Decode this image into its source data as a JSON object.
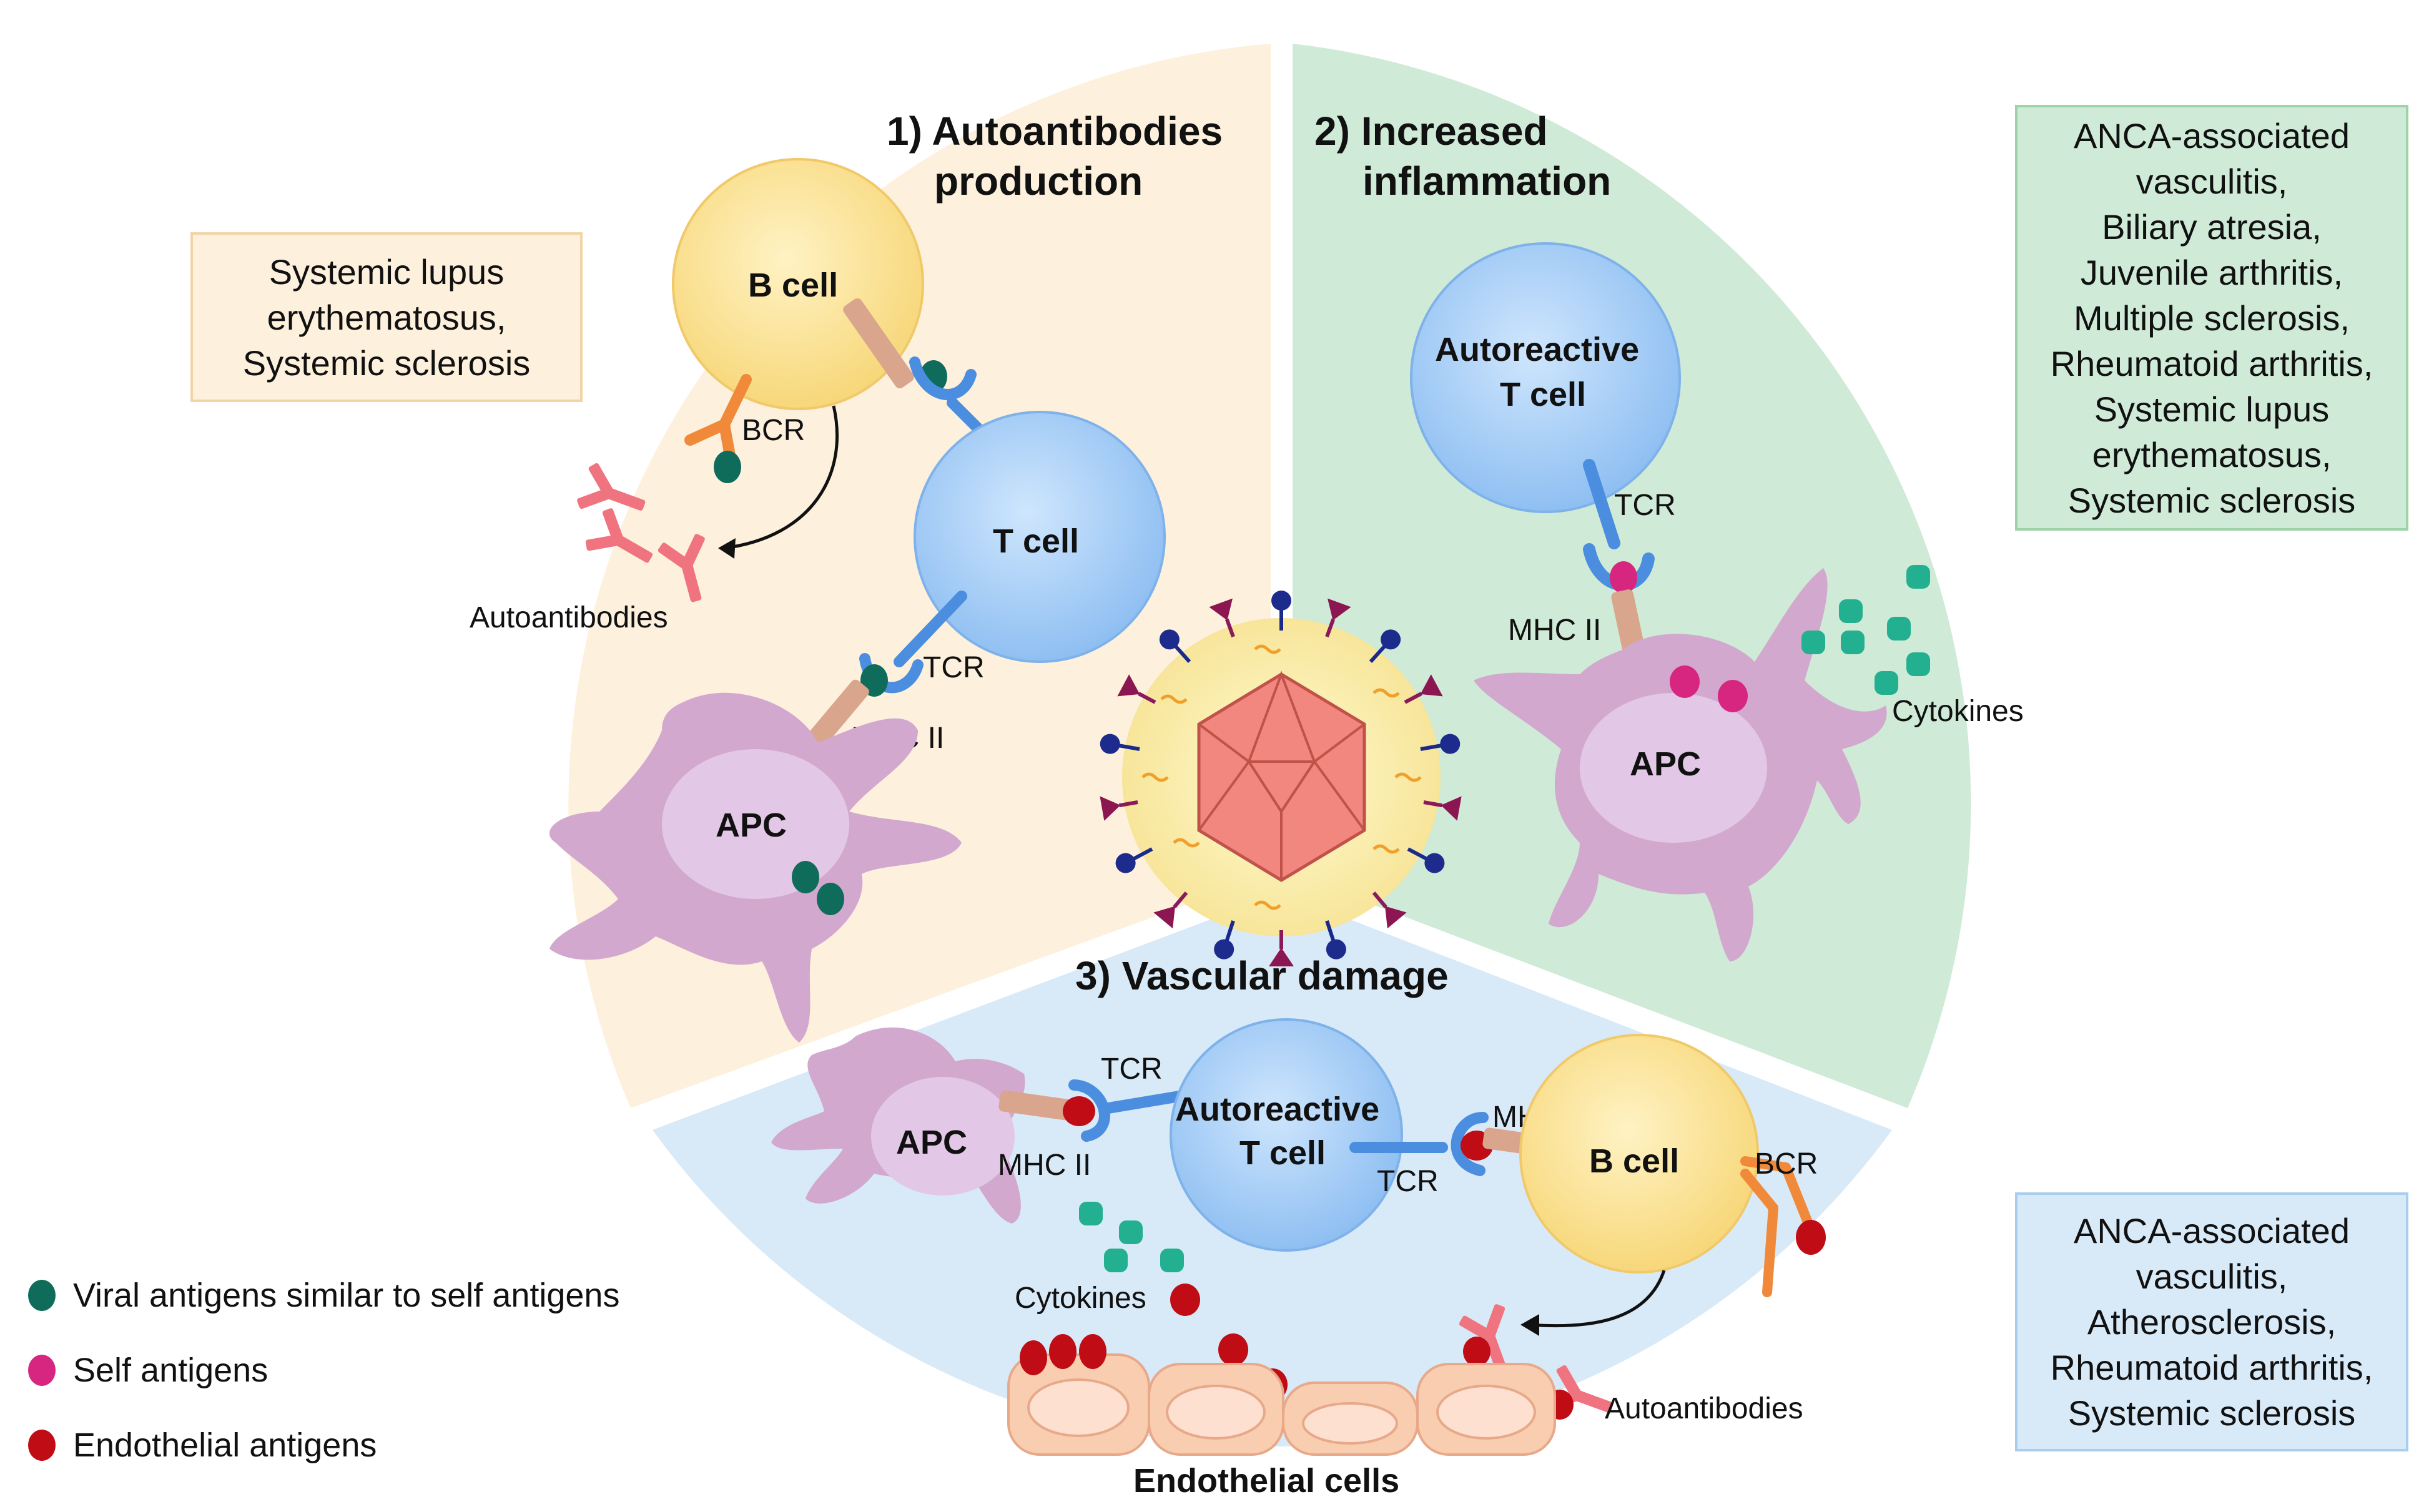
{
  "sections": {
    "autoantibodies": {
      "title_line1": "1) Autoantibodies",
      "title_line2": "production",
      "b_cell": "B cell",
      "t_cell": "T cell",
      "apc": "APC",
      "bcr": "BCR",
      "tcr": "TCR",
      "mhc": "MHC II",
      "autoantibodies": "Autoantibodies",
      "diseases": [
        "Systemic lupus",
        "erythematosus,",
        "Systemic sclerosis"
      ]
    },
    "inflammation": {
      "title_line1": "2) Increased",
      "title_line2": "inflammation",
      "t_cell_line1": "Autoreactive",
      "t_cell_line2": "T cell",
      "tcr": "TCR",
      "mhc": "MHC II",
      "apc": "APC",
      "cytokines": "Cytokines",
      "diseases": [
        "ANCA-associated",
        "vasculitis,",
        "Biliary atresia,",
        "Juvenile arthritis,",
        "Multiple sclerosis,",
        "Rheumatoid arthritis,",
        "Systemic lupus",
        "erythematosus,",
        "Systemic sclerosis"
      ]
    },
    "vascular": {
      "title": "3) Vascular damage",
      "apc": "APC",
      "tcr_left": "TCR",
      "mhc_left": "MHC II",
      "t_cell_line1": "Autoreactive",
      "t_cell_line2": "T cell",
      "tcr_right": "TCR",
      "mhc_right": "MHC II",
      "b_cell": "B cell",
      "bcr": "BCR",
      "cytokines": "Cytokines",
      "autoantibodies": "Autoantibodies",
      "endothelial": "Endothelial cells",
      "diseases": [
        "ANCA-associated",
        "vasculitis,",
        "Atherosclerosis,",
        "Rheumatoid arthritis,",
        "Systemic sclerosis"
      ]
    }
  },
  "legend": [
    {
      "label": "Viral antigens similar to self antigens",
      "color": "#0f6b5a"
    },
    {
      "label": "Self antigens",
      "color": "#d6267f"
    },
    {
      "label": "Endothelial antigens",
      "color": "#c00c14"
    }
  ],
  "colors": {
    "section1_bg": "#fdf0dc",
    "section2_bg": "#cfead6",
    "section3_bg": "#d8e9f8",
    "b_cell": "#fbe29a",
    "t_cell": "#a9d0f7",
    "apc": "#d2a8cf",
    "receptor_blue": "#4b8ee0",
    "mhc": "#d9a58d",
    "bcr_orange": "#f08a3a",
    "antibody_pink": "#f07480",
    "cytokine": "#23b090",
    "endothelial": "#f9cdb0"
  }
}
